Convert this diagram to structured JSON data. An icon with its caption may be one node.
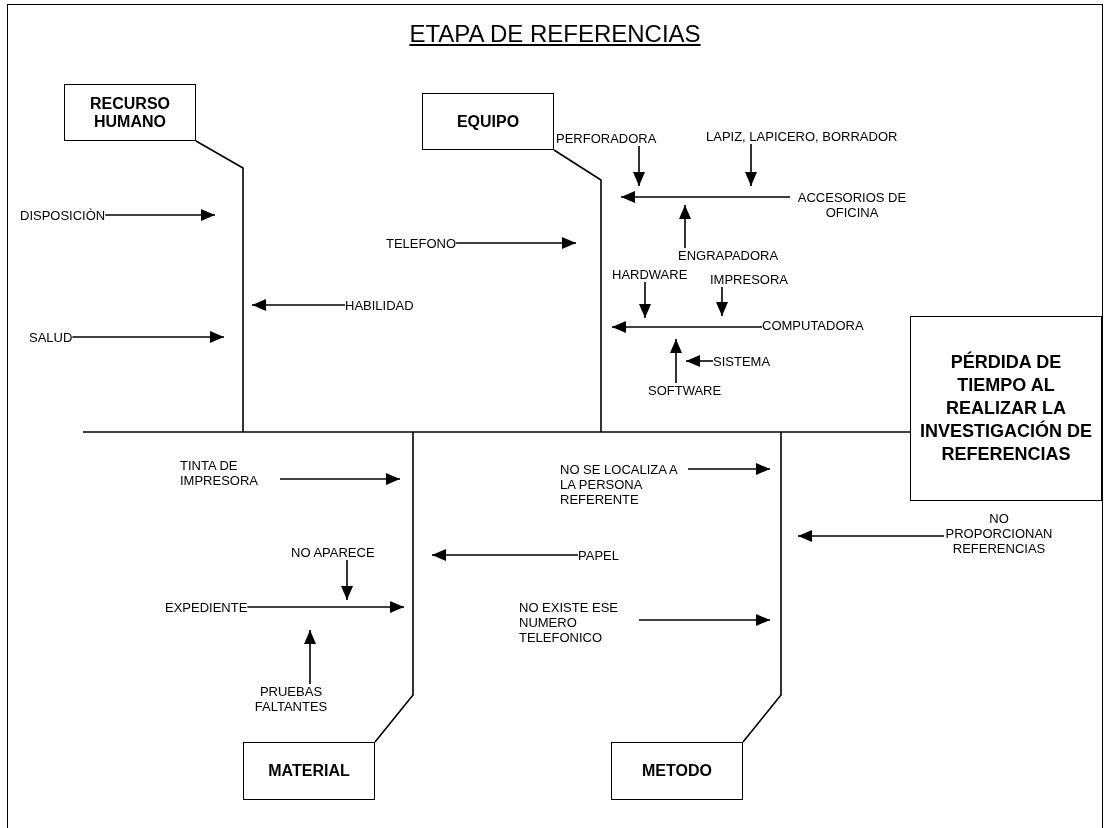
{
  "diagram": {
    "title": "ETAPA DE REFERENCIAS",
    "nodes": [
      {
        "text": [
          "RECURSO HUMANO"
        ]
      },
      {
        "text": [
          "EQUIPO"
        ]
      },
      {
        "text": [
          "PERFORADORA"
        ]
      },
      {
        "text": [
          "LAPIZ, LAPICERO, BORRADOR"
        ]
      },
      {
        "text": [
          "DISPOSICIÒN"
        ]
      },
      {
        "text": [
          "ACCESORIOS DE OFICINA"
        ]
      },
      {
        "text": [
          "TELEFONO"
        ]
      },
      {
        "text": [
          "ENGRAPADORA"
        ]
      },
      {
        "text": [
          "HARDWARE"
        ]
      },
      {
        "text": [
          "IMPRESORA"
        ]
      },
      {
        "text": [
          "HABILIDAD"
        ]
      },
      {
        "text": [
          "SALUD"
        ]
      },
      {
        "text": [
          "COMPUTADORA"
        ]
      },
      {
        "text": [
          "SISTEMA"
        ]
      },
      {
        "text": [
          "SOFTWARE"
        ]
      },
      {
        "text": [
          "PÉRDIDA DE TIEMPO AL REALIZAR LA INVESTIGACIÓN DE REFERENCIAS"
        ]
      },
      {
        "text": [
          "TINTA DE IMPRESORA"
        ]
      },
      {
        "text": [
          "NO SE LOCALIZA A LA PERSONA REFERENTE"
        ]
      },
      {
        "text": [
          "NO PROPORCIONAN REFERENCIAS"
        ]
      },
      {
        "text": [
          "NO APARECE"
        ]
      },
      {
        "text": [
          "PAPEL"
        ]
      },
      {
        "text": [
          "EXPEDIENTE"
        ]
      },
      {
        "text": [
          "NO EXISTE ESE NUMERO TELEFONICO"
        ]
      },
      {
        "text": [
          "PRUEBAS FALTANTES"
        ]
      },
      {
        "text": [
          "MATERIAL"
        ]
      },
      {
        "text": [
          "METODO"
        ]
      }
    ],
    "edges": [
      {
        "from": 0,
        "to": null,
        "arrow": "none"
      },
      {
        "from": 1,
        "to": null,
        "arrow": "none"
      },
      {
        "from": 24,
        "to": null,
        "arrow": "none"
      },
      {
        "from": 25,
        "to": null,
        "arrow": "none"
      },
      {
        "from": null,
        "to": 15,
        "arrow": "none"
      },
      {
        "from": 4,
        "to": null,
        "arrow": "to"
      },
      {
        "from": 11,
        "to": null,
        "arrow": "to"
      },
      {
        "from": 10,
        "to": null,
        "arrow": "to"
      },
      {
        "from": 6,
        "to": null,
        "arrow": "to"
      },
      {
        "from": 5,
        "to": null,
        "arrow": "to"
      },
      {
        "from": 2,
        "to": null,
        "arrow": "to"
      },
      {
        "from": 3,
        "to": null,
        "arrow": "to"
      },
      {
        "from": 7,
        "to": null,
        "arrow": "to"
      },
      {
        "from": 12,
        "to": null,
        "arrow": "to"
      },
      {
        "from": 8,
        "to": null,
        "arrow": "to"
      },
      {
        "from": 9,
        "to": null,
        "arrow": "to"
      },
      {
        "from": 14,
        "to": null,
        "arrow": "to"
      },
      {
        "from": 13,
        "to": null,
        "arrow": "to"
      },
      {
        "from": 16,
        "to": null,
        "arrow": "to"
      },
      {
        "from": 17,
        "to": null,
        "arrow": "to"
      },
      {
        "from": 18,
        "to": null,
        "arrow": "to"
      },
      {
        "from": 20,
        "to": null,
        "arrow": "to"
      },
      {
        "from": 19,
        "to": null,
        "arrow": "to"
      },
      {
        "from": 21,
        "to": null,
        "arrow": "to"
      },
      {
        "from": 23,
        "to": null,
        "arrow": "to"
      },
      {
        "from": 22,
        "to": null,
        "arrow": "to"
      }
    ]
  }
}
